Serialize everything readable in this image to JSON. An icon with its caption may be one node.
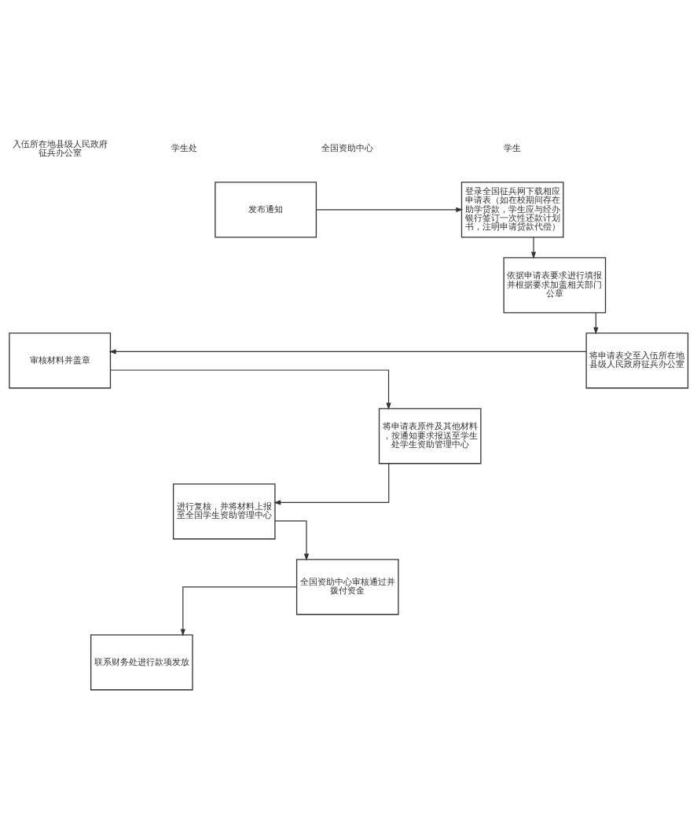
{
  "diagram": {
    "nodes": [
      {
        "text": [
          "发布通知"
        ]
      },
      {
        "text": [
          "登录全国征兵网下载相应申请表（如在校期间存在助学贷款，学生应与经办银行签订一次性还款计划书，注明申请贷款代偿）"
        ]
      },
      {
        "text": [
          "依据申请表要求进行填报并根据要求加盖相关部门公章"
        ]
      },
      {
        "text": [
          "将申请表交至入伍所在地县级人民政府征兵办公室"
        ]
      },
      {
        "text": [
          "审核材料并盖章"
        ]
      },
      {
        "text": [
          "将申请表原件及其他材料，按通知要求报送至学生处学生资助管理中心"
        ]
      },
      {
        "text": [
          "进行复核，并将材料上报至全国学生资助管理中心"
        ]
      },
      {
        "text": [
          "全国资助中心审核通过并拨付资金"
        ]
      },
      {
        "text": [
          "联系财务处进行款项发放"
        ]
      }
    ],
    "edges": [
      {
        "from": 0,
        "to": 1,
        "arrow": "to"
      },
      {
        "from": 1,
        "to": 2,
        "arrow": "to"
      },
      {
        "from": 2,
        "to": 3,
        "arrow": "to"
      },
      {
        "from": 3,
        "to": 4,
        "arrow": "to"
      },
      {
        "from": 4,
        "to": 5,
        "arrow": "to"
      },
      {
        "from": 5,
        "to": 6,
        "arrow": "to"
      },
      {
        "from": 6,
        "to": 7,
        "arrow": "to"
      },
      {
        "from": 7,
        "to": 8,
        "arrow": "to"
      }
    ],
    "labels": [
      "入伍所在地县级人民政府征兵办公室",
      "学生处",
      "全国资助中心",
      "学生"
    ]
  }
}
